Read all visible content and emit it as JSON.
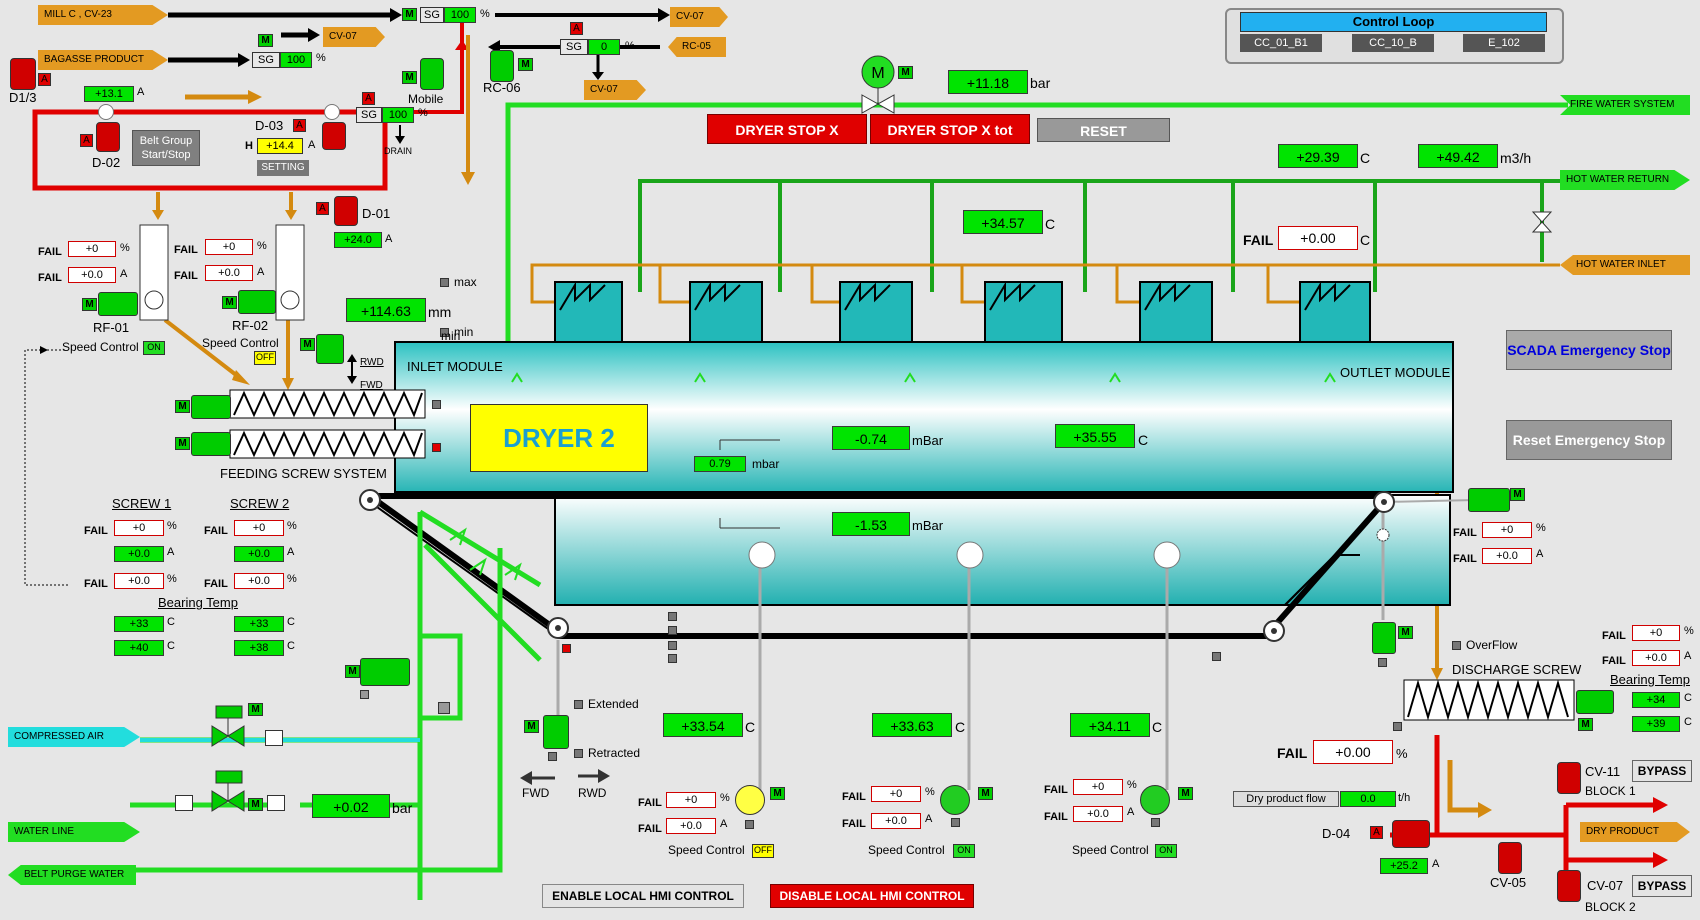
{
  "control_loop": {
    "title": "Control Loop",
    "buttons": [
      "CC_01_B1",
      "CC_10_B",
      "E_102"
    ]
  },
  "tags": {
    "mill": "MILL C , CV-23",
    "bagasse": "BAGASSE PRODUCT",
    "cv07_top": "CV-07",
    "cv07_top2": "CV-07",
    "rc05": "RC-05",
    "cv07_mid": "CV-07",
    "fire_water": "FIRE WATER SYSTEM",
    "hot_water_return": "HOT WATER RETURN",
    "hot_water_inlet": "HOT WATER INLET",
    "compressed_air": "COMPRESSED AIR",
    "water_line": "WATER LINE",
    "belt_purge": "BELT PURGE WATER",
    "dry_product": "DRY PRODUCT"
  },
  "labels": {
    "d13": "D1/3",
    "d02": "D-02",
    "d03": "D-03",
    "d01": "D-01",
    "mobile": "Mobile",
    "rc06": "RC-06",
    "drain": "DRAIN",
    "rf01": "RF-01",
    "rf02": "RF-02",
    "speed_control": "Speed Control",
    "on": "ON",
    "off": "OFF",
    "inlet_module": "INLET MODULE",
    "outlet_module": "OUTLET MODULE",
    "dryer": "DRYER 2",
    "feeding_screw": "FEEDING SCREW SYSTEM",
    "screw1": "SCREW 1",
    "screw2": "SCREW 2",
    "bearing_temp": "Bearing Temp",
    "max": "max",
    "min": "min",
    "rwd": "RWD",
    "fwd": "FWD",
    "extended": "Extended",
    "retracted": "Retracted",
    "fwd2": "FWD",
    "rwd2": "RWD",
    "overflow": "OverFlow",
    "discharge_screw": "DISCHARGE SCREW",
    "fail": "FAIL",
    "h": "H",
    "dry_product_flow": "Dry product flow",
    "d04": "D-04",
    "cv05": "CV-05",
    "cv11": "CV-11",
    "cv07b": "CV-07",
    "block1": "BLOCK  1",
    "block2": "BLOCK  2",
    "bypass": "BYPASS",
    "sg": "SG",
    "m": "M",
    "a": "A"
  },
  "buttons": {
    "belt_group": "Belt Group Start/Stop",
    "setting": "SETTING",
    "dryer_stop_x": "DRYER STOP X",
    "dryer_stop_x_tot": "DRYER STOP X tot",
    "reset": "RESET",
    "scada_stop": "SCADA Emergency Stop",
    "reset_stop": "Reset Emergency Stop",
    "enable_local": "ENABLE LOCAL HMI CONTROL",
    "disable_local": "DISABLE LOCAL HMI CONTROL"
  },
  "values": {
    "sg1": "100",
    "sg2": "100",
    "sg3": "0",
    "sg4": "100",
    "d02_current": "+13.1",
    "d03_current": "+14.4",
    "d01_current": "+24.0",
    "pressure_top": "+11.18",
    "temp_hw": "+29.39",
    "flow_hw": "+49.42",
    "temp_mid": "+34.57",
    "fail_temp": "+0.00",
    "level": "+114.63",
    "dp_small": "0.79",
    "p1": "-0.74",
    "t1": "+35.55",
    "p2": "-1.53",
    "rf01_pct": "+0",
    "rf01_a": "+0.0",
    "rf02_pct": "+0",
    "rf02_a": "+0.0",
    "s1_pct": "+0",
    "s1_a": "+0.0",
    "s1_pct2": "+0.0",
    "s2_pct": "+0",
    "s2_a": "+0.0",
    "s2_pct2": "+0.0",
    "bt1": "+33",
    "bt2": "+33",
    "bt3": "+40",
    "bt4": "+38",
    "water_pressure": "+0.02",
    "fan1_t": "+33.54",
    "fan2_t": "+33.63",
    "fan3_t": "+34.11",
    "fan1_pct": "+0",
    "fan1_a": "+0.0",
    "fan2_pct": "+0",
    "fan2_a": "+0.0",
    "fan3_pct": "+0",
    "fan3_a": "+0.0",
    "rm_pct": "+0",
    "rm_a": "+0.0",
    "ds_pct": "+0",
    "ds_a": "+0.0",
    "ds_bt1": "+34",
    "ds_bt2": "+39",
    "fail_pct": "+0.00",
    "dry_flow": "0.0",
    "d04_current": "+25.2"
  },
  "units": {
    "pct": "%",
    "a": "A",
    "c": "C",
    "bar": "bar",
    "mm": "mm",
    "mbar_l": "mbar",
    "mbar": "mBar",
    "m3h": "m3/h",
    "th": "t/h"
  }
}
